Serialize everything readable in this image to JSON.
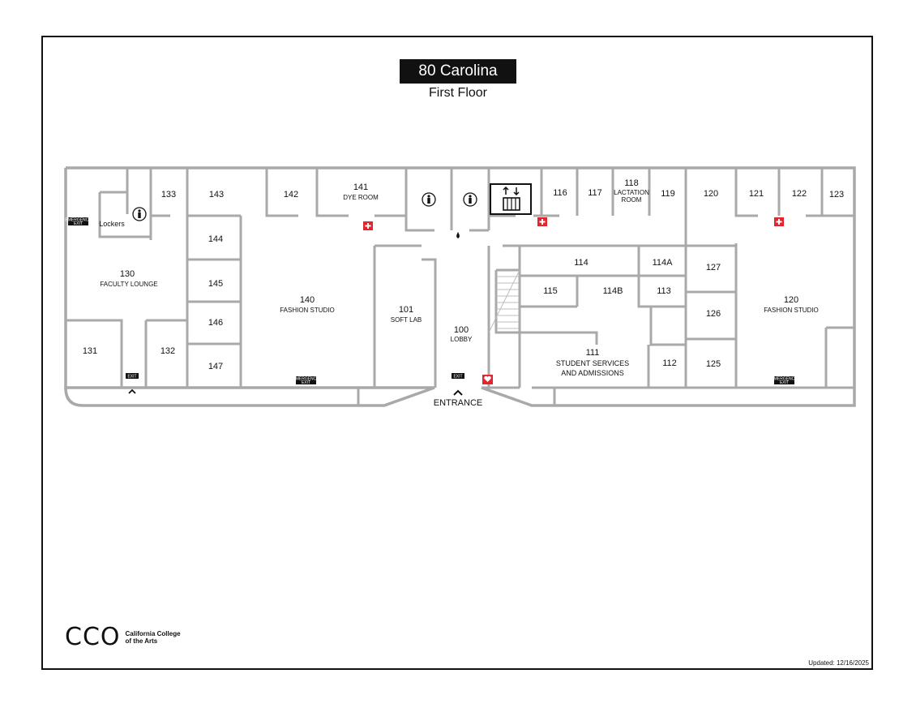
{
  "building_title": "80 Carolina",
  "floor_label": "First Floor",
  "rooms": {
    "r133": "133",
    "r143": "143",
    "r142": "142",
    "r141": "141",
    "r141_name": "DYE ROOM",
    "r116": "116",
    "r117": "117",
    "r118": "118",
    "r118_name_1": "LACTATION",
    "r118_name_2": "ROOM",
    "r119": "119",
    "r120a": "120",
    "r121": "121",
    "r122": "122",
    "r123": "123",
    "lockers": "Lockers",
    "r130": "130",
    "r130_name": "FACULTY LOUNGE",
    "r144": "144",
    "r145": "145",
    "r146": "146",
    "r147": "147",
    "r140": "140",
    "r140_name": "FASHION STUDIO",
    "r101": "101",
    "r101_name": "SOFT LAB",
    "r100": "100",
    "r100_name": "LOBBY",
    "r114": "114",
    "r114a": "114A",
    "r115": "115",
    "r114b": "114B",
    "r113": "113",
    "r127": "127",
    "r126": "126",
    "r125": "125",
    "r120b": "120",
    "r120b_name": "FASHION STUDIO",
    "r111": "111",
    "r111_name_1": "STUDENT SERVICES",
    "r111_name_2": "AND ADMISSIONS",
    "r112": "112",
    "r131": "131",
    "r132": "132"
  },
  "signs": {
    "exit": "EXIT",
    "emergency_1": "EMERGENCY",
    "emergency_2": "EXIT",
    "entrance": "ENTRANCE"
  },
  "icons": [
    "restroom-icon",
    "elevator-icon",
    "first-aid-icon",
    "water-fountain-icon",
    "aed-icon",
    "entrance-arrow-icon"
  ],
  "colors": {
    "wall": "#a9a9a9",
    "first_aid": "#e0262e",
    "title_bg": "#111111"
  },
  "logo": {
    "mark": "CCO",
    "line1": "California College",
    "line2": "of the Arts"
  },
  "updated": "Updated: 12/16/2025"
}
